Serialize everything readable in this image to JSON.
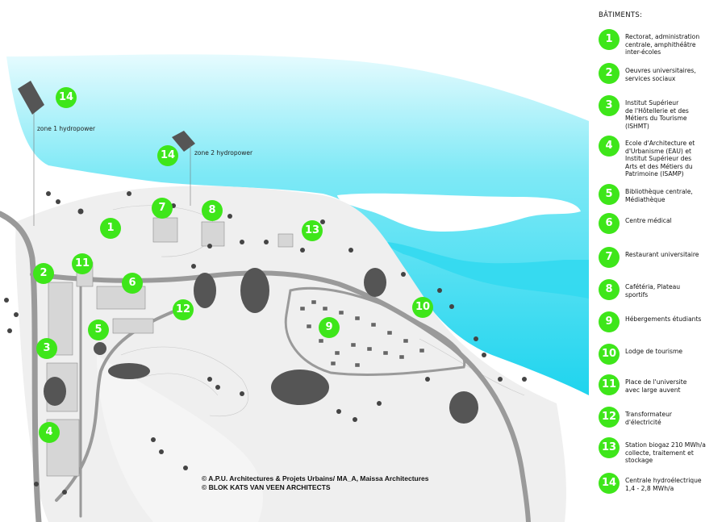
{
  "map": {
    "zone_labels": {
      "zone1": "zone 1 hydropower",
      "zone2": "zone 2 hydropower"
    },
    "markers": [
      "14",
      "14",
      "1",
      "7",
      "8",
      "13",
      "2",
      "11",
      "6",
      "12",
      "5",
      "3",
      "4",
      "9",
      "10"
    ],
    "colors": {
      "water": "#2ad8ef",
      "land": "#eeeeee",
      "road": "#9a9a9a",
      "building_dark": "#555555",
      "tree": "#444444",
      "marker": "#3ee61a"
    }
  },
  "credits": {
    "line1": "© A.P.U. Architectures & Projets Urbains/ MA_A, Maissa Architectures",
    "line2": "© BLOK KATS VAN VEEN ARCHITECTS"
  },
  "legend": {
    "title": "BÂTIMENTS:",
    "items": [
      {
        "num": "1",
        "text": "Rectorat, administration\ncentrale, amphithéâtre\ninter-écoles"
      },
      {
        "num": "2",
        "text": "Oeuvres universitaires,\nservices sociaux"
      },
      {
        "num": "3",
        "text": "Institut Supérieur\nde l'Hôtellerie et des\nMétiers du Tourisme\n(ISHMT)"
      },
      {
        "num": "4",
        "text": "Ecole d'Architecture et\nd'Urbanisme (EAU) et\nInstitut Supérieur des\nArts et des Métiers du\nPatrimoine (ISAMP)"
      },
      {
        "num": "5",
        "text": "Bibliothèque centrale,\nMédiathèque"
      },
      {
        "num": "6",
        "text": "Centre médical"
      },
      {
        "num": "7",
        "text": "Restaurant universitaire"
      },
      {
        "num": "8",
        "text": "Cafétéria, Plateau\nsportifs"
      },
      {
        "num": "9",
        "text": "Hébergements étudiants"
      },
      {
        "num": "10",
        "text": "Lodge de tourisme"
      },
      {
        "num": "11",
        "text": "Place de l'universite\navec large auvent"
      },
      {
        "num": "12",
        "text": "Transformateur\nd'électricité"
      },
      {
        "num": "13",
        "text": "Station biogaz 210 MWh/a\ncollecte, traitement et\nstockage"
      },
      {
        "num": "14",
        "text": "Centrale hydroélectrique\n1,4 - 2,8 MWh/a"
      }
    ]
  }
}
